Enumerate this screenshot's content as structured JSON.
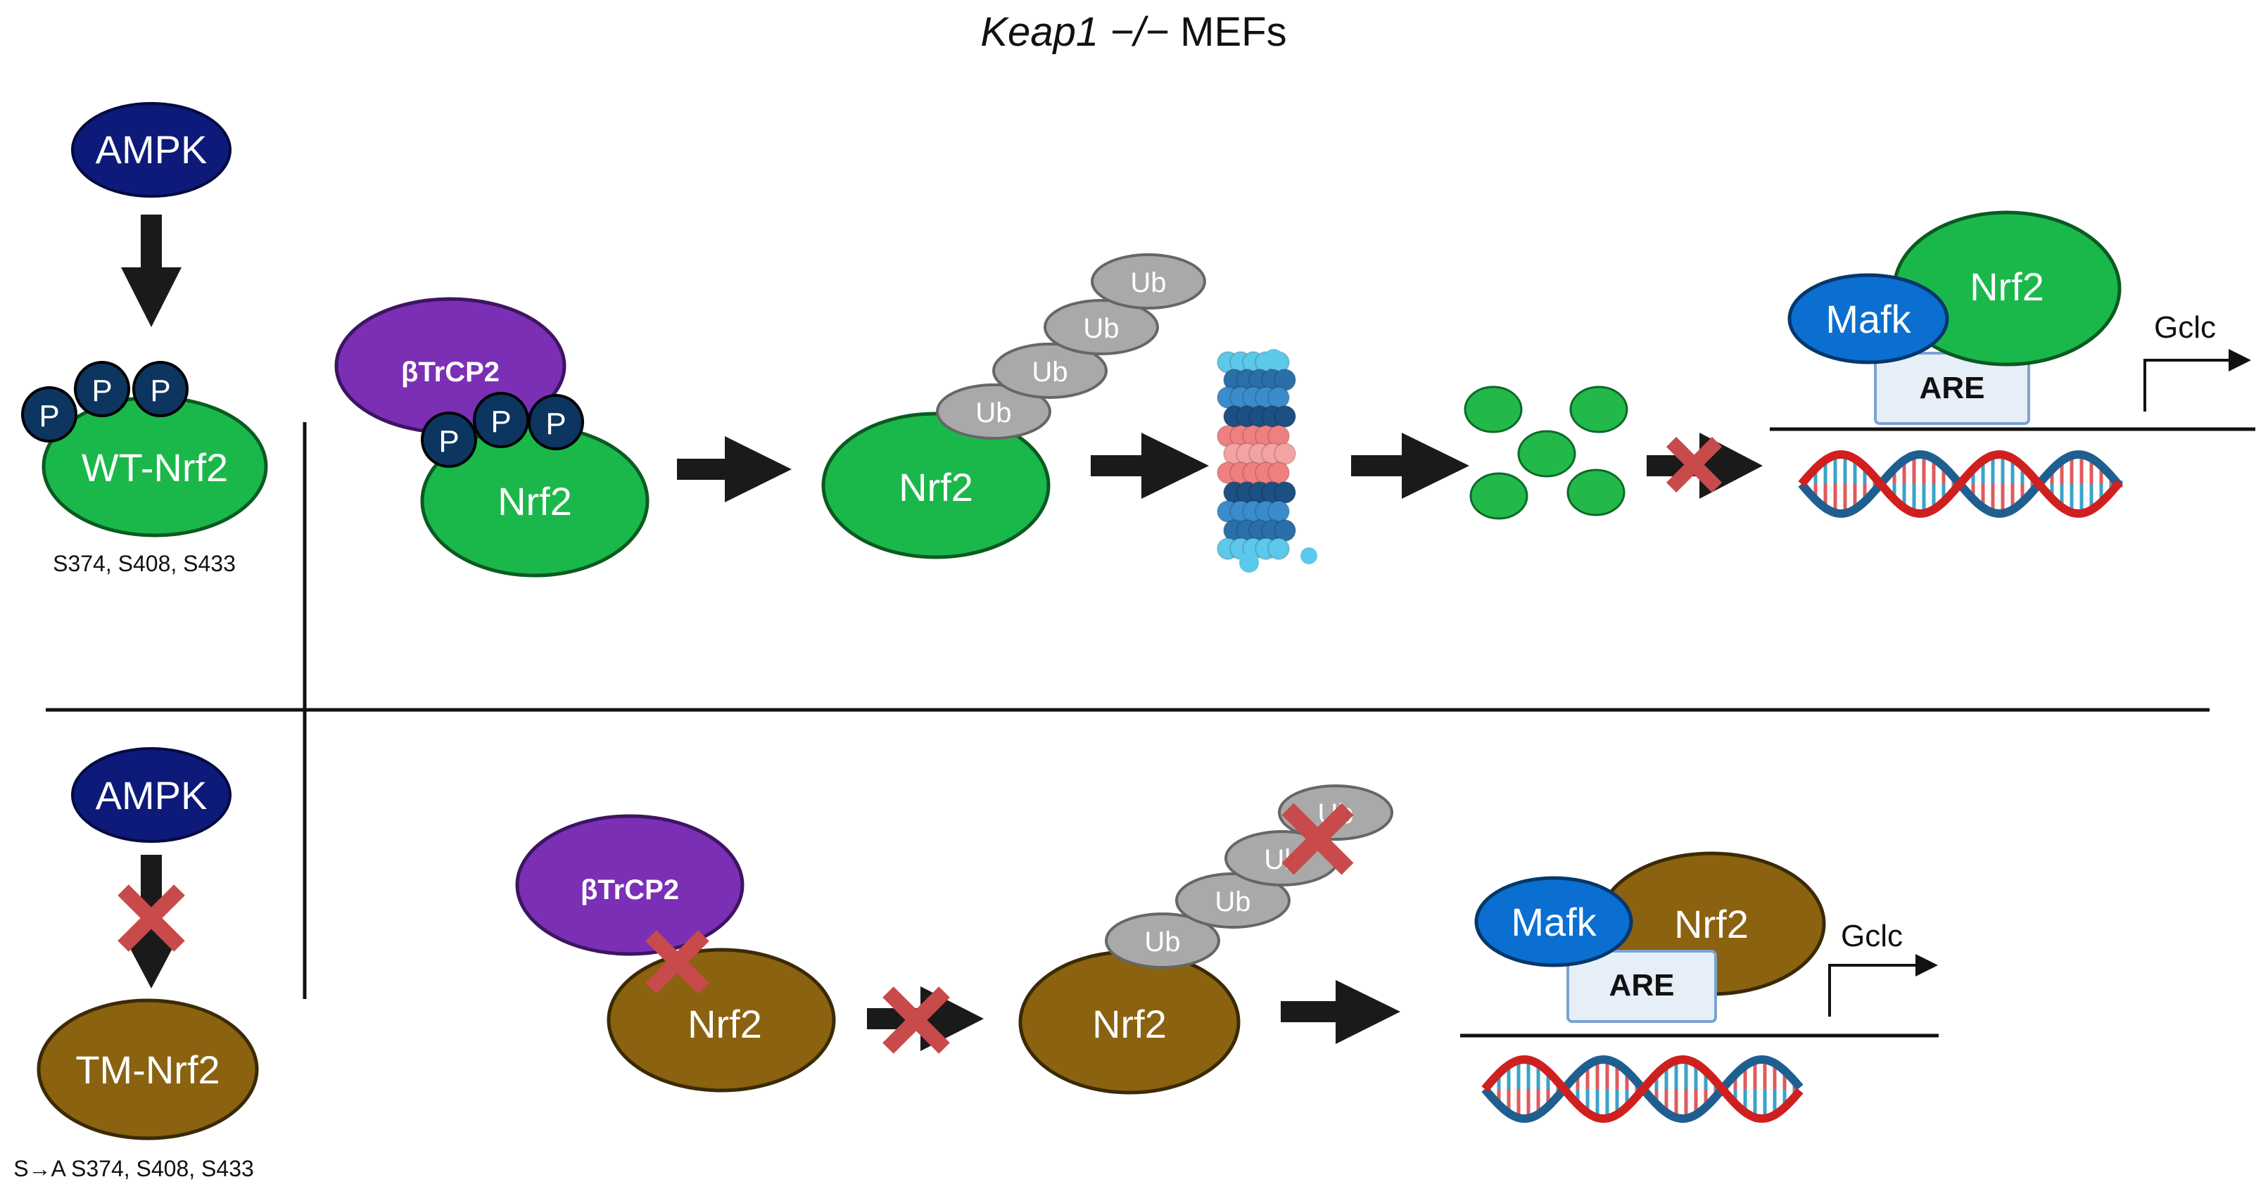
{
  "title": {
    "italic": "Keap1 −/−",
    "plain": " MEFs"
  },
  "colors": {
    "ampk": "#0d1a7a",
    "nrf2_wt": "#1ab84a",
    "nrf2_tm": "#8a6210",
    "btrcp2": "#7b2fb5",
    "phospho": "#0c3560",
    "ub": "#a9a9a9",
    "mafk": "#0a6fd0",
    "are_box": "#e6eef8",
    "inhibit_x": "#c94a4a",
    "arrow": "#1a1a1a"
  },
  "top_row": {
    "ampk": "AMPK",
    "phospho": "P",
    "wt_nrf2": "WT-Nrf2",
    "sites": "S374, S408, S433",
    "btrcp2": "βTrCP2",
    "nrf2": "Nrf2",
    "ub": "Ub",
    "mafk": "Mafk",
    "are": "ARE",
    "gene": "Gclc"
  },
  "bottom_row": {
    "ampk": "AMPK",
    "tm_nrf2": "TM-Nrf2",
    "sites": "S→A S374, S408, S433",
    "btrcp2": "βTrCP2",
    "nrf2": "Nrf2",
    "ub": "Ub",
    "mafk": "Mafk",
    "are": "ARE",
    "gene": "Gclc"
  },
  "icons": {
    "proteasome": "proteasome-icon",
    "fragments": "degraded-peptides-icon",
    "dna": "dna-double-helix-icon",
    "promoter": "transcription-start-arrow-icon",
    "inhibit": "red-x-inhibition-icon"
  }
}
